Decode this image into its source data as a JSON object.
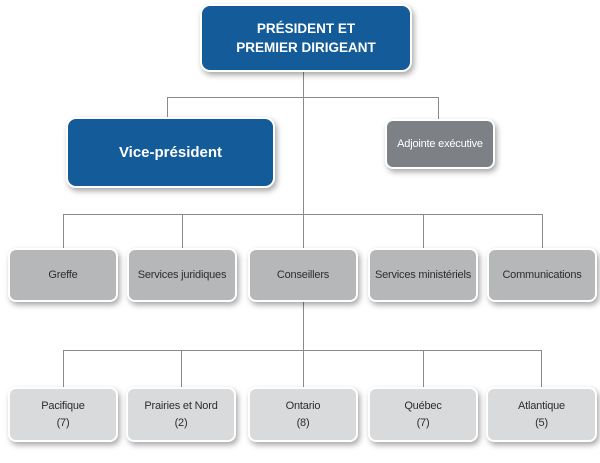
{
  "colors": {
    "primary_blue": "#135B99",
    "dark_gray": "#7D8185",
    "mid_gray": "#B5B7B9",
    "light_gray": "#D9DADB",
    "line_gray": "#8A8A8A",
    "text_dark": "#2D2D2D"
  },
  "org": {
    "level1": {
      "line1": "PRÉSIDENT ET",
      "line2": "PREMIER DIRIGEANT"
    },
    "level2": [
      {
        "label": "Vice-président"
      },
      {
        "label": "Adjointe exécutive"
      }
    ],
    "level3": [
      "Greffe",
      "Services juridiques",
      "Conseillers",
      "Services ministériels",
      "Communications"
    ],
    "level4": [
      {
        "name": "Pacifique",
        "count": "(7)"
      },
      {
        "name": "Prairies et Nord",
        "count": "(2)"
      },
      {
        "name": "Ontario",
        "count": "(8)"
      },
      {
        "name": "Québec",
        "count": "(7)"
      },
      {
        "name": "Atlantique",
        "count": "(5)"
      }
    ]
  }
}
